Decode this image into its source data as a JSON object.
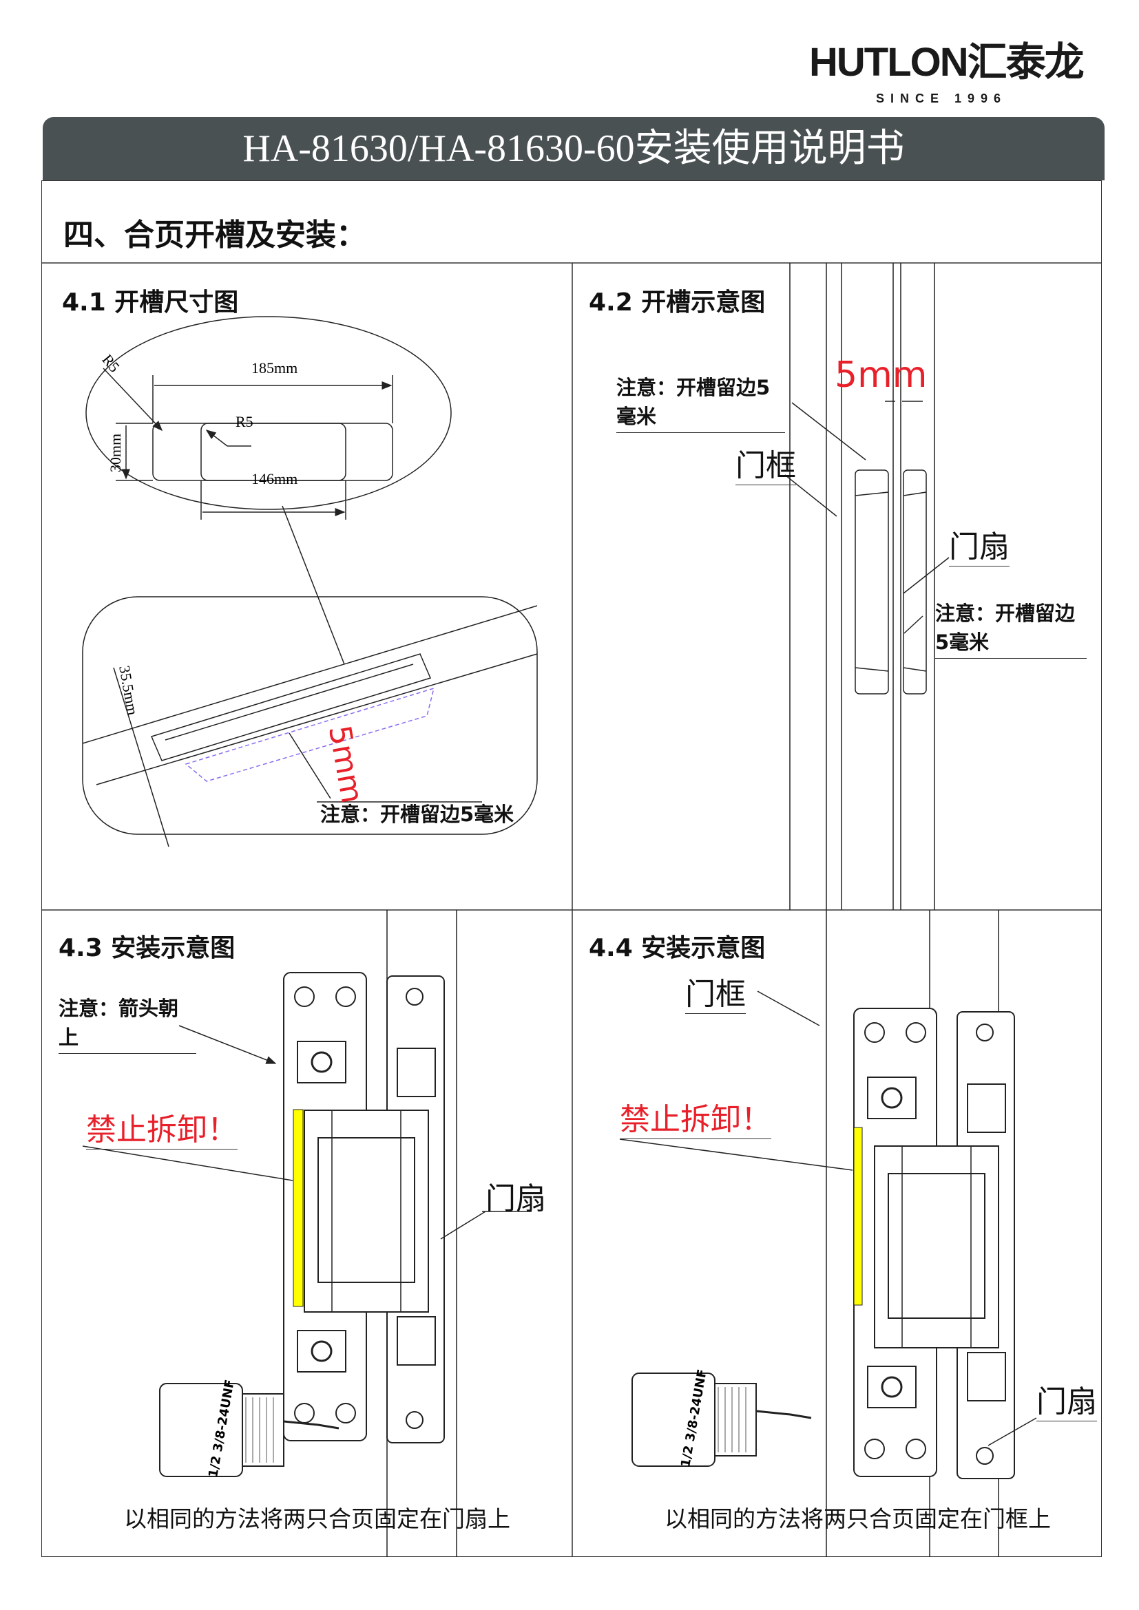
{
  "logo": {
    "brand": "HUTLON汇泰龙",
    "tagline": "SINCE 1996"
  },
  "title": "HA-81630/HA-81630-60安装使用说明书",
  "heading": "四、合页开槽及安装：",
  "sections": {
    "s41": {
      "label": "4.1 开槽尺寸图",
      "dim_length": "185mm",
      "dim_inner": "146mm",
      "dim_width": "30mm",
      "radius_outer": "R5",
      "radius_inner": "R5",
      "depth": "35.5mm",
      "margin": "5mm",
      "note": "注意：开槽留边5毫米"
    },
    "s42": {
      "label": "4.2 开槽示意图",
      "note_top": "注意：开槽留边5毫米",
      "margin": "5mm",
      "frame": "门框",
      "leaf": "门扇",
      "note_bottom": "注意：开槽留边5毫米"
    },
    "s43": {
      "label": "4.3 安装示意图",
      "arrow_note": "注意：箭头朝上",
      "warning": "禁止拆卸！",
      "leaf": "门扇",
      "drill_text": "1/2 3/8-24UNF",
      "caption": "以相同的方法将两只合页固定在门扇上"
    },
    "s44": {
      "label": "4.4 安装示意图",
      "frame": "门框",
      "warning": "禁止拆卸！",
      "leaf": "门扇",
      "drill_text": "1/2 3/8-24UNF",
      "caption": "以相同的方法将两只合页固定在门框上"
    }
  },
  "colors": {
    "titlebar": "#4a5153",
    "warning": "#e8202a",
    "highlight": "#ffff00",
    "dashed": "#8a6cf0"
  }
}
